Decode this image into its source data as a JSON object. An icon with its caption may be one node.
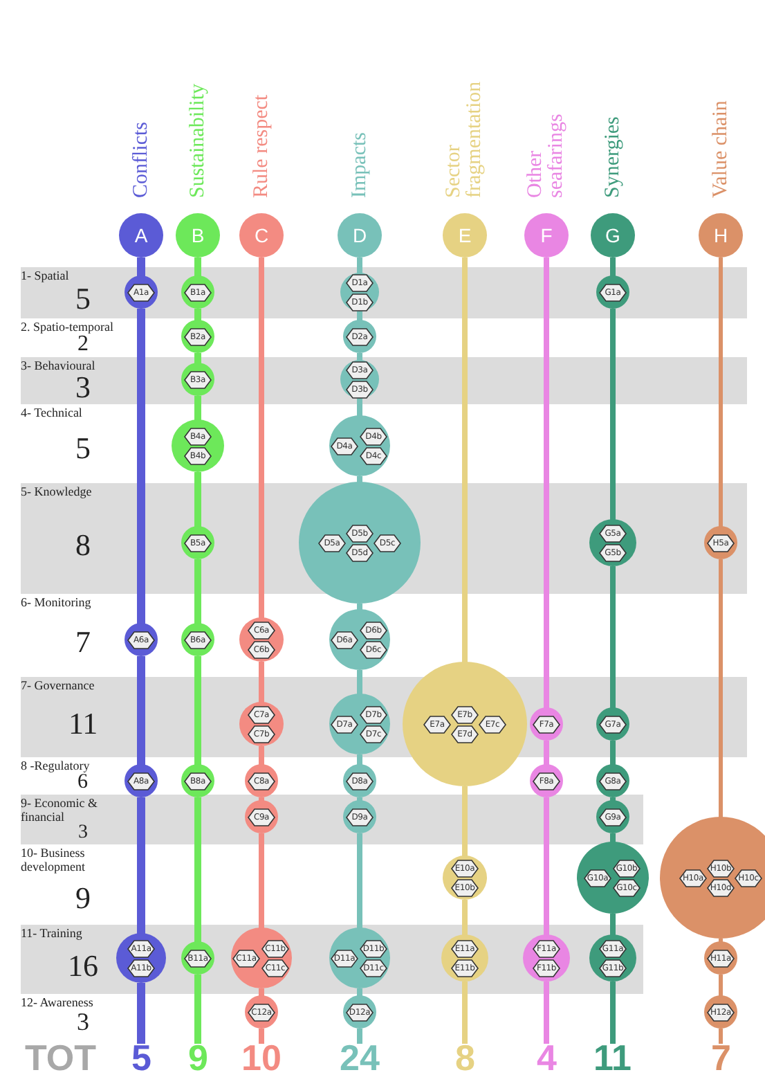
{
  "diagram": {
    "nodes": [
      {
        "text": [
          "A"
        ],
        "beside": [
          "Conflicts"
        ]
      },
      {
        "text": [
          "B"
        ],
        "beside": [
          "Sustainability"
        ]
      },
      {
        "text": [
          "C"
        ],
        "beside": [
          "Rule respect"
        ]
      },
      {
        "text": [
          "D"
        ],
        "beside": [
          "Impacts"
        ]
      },
      {
        "text": [
          "E"
        ],
        "beside": [
          "Sector fragmentation"
        ]
      },
      {
        "text": [
          "F"
        ],
        "beside": [
          "Other seafarings"
        ]
      },
      {
        "text": [
          "G"
        ],
        "beside": [
          "Synergies"
        ]
      },
      {
        "text": [
          "H"
        ],
        "beside": [
          "Value chain"
        ]
      },
      {
        "text": [
          "1- Spatial",
          "5"
        ]
      },
      {
        "text": [
          "2. Spatio-temporal",
          "2"
        ]
      },
      {
        "text": [
          "3- Behavioural",
          "3"
        ]
      },
      {
        "text": [
          "4- Technical",
          "5"
        ]
      },
      {
        "text": [
          "5- Knowledge",
          "8"
        ]
      },
      {
        "text": [
          "6- Monitoring",
          "7"
        ]
      },
      {
        "text": [
          "7- Governance",
          "11"
        ]
      },
      {
        "text": [
          "8 -Regulatory",
          "6"
        ]
      },
      {
        "text": [
          "9- Economic & financial",
          "3"
        ]
      },
      {
        "text": [
          "10- Business development",
          "9"
        ]
      },
      {
        "text": [
          "11- Training",
          "16"
        ]
      },
      {
        "text": [
          "12- Awareness",
          "3"
        ]
      },
      {
        "text": [
          "A1a"
        ]
      },
      {
        "text": [
          "A6a"
        ]
      },
      {
        "text": [
          "A8a"
        ]
      },
      {
        "text": [],
        "shape": "circle"
      },
      {
        "text": [
          "A11a"
        ],
        "in": 23
      },
      {
        "text": [
          "A11b"
        ],
        "in": 23
      },
      {
        "text": [
          "B1a"
        ]
      },
      {
        "text": [
          "B2a"
        ]
      },
      {
        "text": [
          "B3a"
        ]
      },
      {
        "text": [],
        "shape": "circle"
      },
      {
        "text": [
          "B4a"
        ],
        "in": 29
      },
      {
        "text": [
          "B4b"
        ],
        "in": 29
      },
      {
        "text": [
          "B5a"
        ]
      },
      {
        "text": [
          "B6a"
        ]
      },
      {
        "text": [
          "B8a"
        ]
      },
      {
        "text": [
          "B11a"
        ]
      },
      {
        "text": [],
        "shape": "circle"
      },
      {
        "text": [
          "C6a"
        ],
        "in": 36
      },
      {
        "text": [
          "C6b"
        ],
        "in": 36
      },
      {
        "text": [],
        "shape": "circle"
      },
      {
        "text": [
          "C7a"
        ],
        "in": 39
      },
      {
        "text": [
          "C7b"
        ],
        "in": 39
      },
      {
        "text": [
          "C8a"
        ]
      },
      {
        "text": [
          "C9a"
        ]
      },
      {
        "text": [],
        "shape": "circle"
      },
      {
        "text": [
          "C11a"
        ],
        "in": 44
      },
      {
        "text": [
          "C11b"
        ],
        "in": 44
      },
      {
        "text": [
          "C11c"
        ],
        "in": 44
      },
      {
        "text": [
          "C12a"
        ]
      },
      {
        "text": [],
        "shape": "circle"
      },
      {
        "text": [
          "D1a"
        ],
        "in": 49
      },
      {
        "text": [
          "D1b"
        ],
        "in": 49
      },
      {
        "text": [
          "D2a"
        ]
      },
      {
        "text": [],
        "shape": "circle"
      },
      {
        "text": [
          "D3a"
        ],
        "in": 53
      },
      {
        "text": [
          "D3b"
        ],
        "in": 53
      },
      {
        "text": [],
        "shape": "circle"
      },
      {
        "text": [
          "D4a"
        ],
        "in": 56
      },
      {
        "text": [
          "D4b"
        ],
        "in": 56
      },
      {
        "text": [
          "D4c"
        ],
        "in": 56
      },
      {
        "text": [],
        "shape": "circle"
      },
      {
        "text": [
          "D5a"
        ],
        "in": 60
      },
      {
        "text": [
          "D5b"
        ],
        "in": 60
      },
      {
        "text": [
          "D5c"
        ],
        "in": 60
      },
      {
        "text": [
          "D5d"
        ],
        "in": 60
      },
      {
        "text": [],
        "shape": "circle"
      },
      {
        "text": [
          "D6a"
        ],
        "in": 65
      },
      {
        "text": [
          "D6b"
        ],
        "in": 65
      },
      {
        "text": [
          "D6c"
        ],
        "in": 65
      },
      {
        "text": [],
        "shape": "circle"
      },
      {
        "text": [
          "D7a"
        ],
        "in": 69
      },
      {
        "text": [
          "D7b"
        ],
        "in": 69
      },
      {
        "text": [
          "D7c"
        ],
        "in": 69
      },
      {
        "text": [
          "D8a"
        ]
      },
      {
        "text": [
          "D9a"
        ]
      },
      {
        "text": [],
        "shape": "circle"
      },
      {
        "text": [
          "D11a"
        ],
        "in": 75
      },
      {
        "text": [
          "D11b"
        ],
        "in": 75
      },
      {
        "text": [
          "D11c"
        ],
        "in": 75
      },
      {
        "text": [
          "D12a"
        ]
      },
      {
        "text": [],
        "shape": "circle"
      },
      {
        "text": [
          "E7a"
        ],
        "in": 80
      },
      {
        "text": [
          "E7b"
        ],
        "in": 80
      },
      {
        "text": [
          "E7c"
        ],
        "in": 80
      },
      {
        "text": [
          "E7d"
        ],
        "in": 80
      },
      {
        "text": [],
        "shape": "circle"
      },
      {
        "text": [
          "E10a"
        ],
        "in": 85
      },
      {
        "text": [
          "E10b"
        ],
        "in": 85
      },
      {
        "text": [],
        "shape": "circle"
      },
      {
        "text": [
          "E11a"
        ],
        "in": 88
      },
      {
        "text": [
          "E11b"
        ],
        "in": 88
      },
      {
        "text": [
          "F7a"
        ]
      },
      {
        "text": [
          "F8a"
        ]
      },
      {
        "text": [],
        "shape": "circle"
      },
      {
        "text": [
          "F11a"
        ],
        "in": 93
      },
      {
        "text": [
          "F11b"
        ],
        "in": 93
      },
      {
        "text": [
          "G1a"
        ]
      },
      {
        "text": [],
        "shape": "circle"
      },
      {
        "text": [
          "G5a"
        ],
        "in": 97
      },
      {
        "text": [
          "G5b"
        ],
        "in": 97
      },
      {
        "text": [
          "G7a"
        ]
      },
      {
        "text": [
          "G8a"
        ]
      },
      {
        "text": [
          "G9a"
        ]
      },
      {
        "text": [],
        "shape": "circle"
      },
      {
        "text": [
          "G10a"
        ],
        "in": 103
      },
      {
        "text": [
          "G10b"
        ],
        "in": 103
      },
      {
        "text": [
          "G10c"
        ],
        "in": 103
      },
      {
        "text": [],
        "shape": "circle"
      },
      {
        "text": [
          "G11a"
        ],
        "in": 107
      },
      {
        "text": [
          "G11b"
        ],
        "in": 107
      },
      {
        "text": [
          "H5a"
        ]
      },
      {
        "text": [],
        "shape": "circle"
      },
      {
        "text": [
          "H10a"
        ],
        "in": 111
      },
      {
        "text": [
          "H10b"
        ],
        "in": 111
      },
      {
        "text": [
          "H10c"
        ],
        "in": 111
      },
      {
        "text": [
          "H10d"
        ],
        "in": 111
      },
      {
        "text": [
          "H11a"
        ]
      },
      {
        "text": [
          "H12a"
        ]
      },
      {
        "text": [
          "5"
        ]
      },
      {
        "text": [
          "9"
        ]
      },
      {
        "text": [
          "10"
        ]
      },
      {
        "text": [
          "24"
        ]
      },
      {
        "text": [
          "8"
        ]
      },
      {
        "text": [
          "4"
        ]
      },
      {
        "text": [
          "11"
        ]
      },
      {
        "text": [
          "7"
        ]
      }
    ],
    "edges": [
      {
        "from": 0,
        "to": 20,
        "arrow": "none",
        "color": "#5b5bd6"
      },
      {
        "from": 20,
        "to": 21,
        "arrow": "none",
        "color": "#5b5bd6"
      },
      {
        "from": 21,
        "to": 22,
        "arrow": "none",
        "color": "#5b5bd6"
      },
      {
        "from": 22,
        "to": 23,
        "arrow": "none",
        "color": "#5b5bd6"
      },
      {
        "from": 23,
        "to": 118,
        "arrow": "none",
        "color": "#5b5bd6"
      },
      {
        "from": 1,
        "to": 26,
        "arrow": "none",
        "color": "#6de85a"
      },
      {
        "from": 26,
        "to": 27,
        "arrow": "none",
        "color": "#6de85a"
      },
      {
        "from": 27,
        "to": 28,
        "arrow": "none",
        "color": "#6de85a"
      },
      {
        "from": 28,
        "to": 29,
        "arrow": "none",
        "color": "#6de85a"
      },
      {
        "from": 29,
        "to": 32,
        "arrow": "none",
        "color": "#6de85a"
      },
      {
        "from": 32,
        "to": 33,
        "arrow": "none",
        "color": "#6de85a"
      },
      {
        "from": 33,
        "to": 34,
        "arrow": "none",
        "color": "#6de85a"
      },
      {
        "from": 34,
        "to": 35,
        "arrow": "none",
        "color": "#6de85a"
      },
      {
        "from": 35,
        "to": 119,
        "arrow": "none",
        "color": "#6de85a"
      },
      {
        "from": 2,
        "to": 36,
        "arrow": "none",
        "color": "#f38b82"
      },
      {
        "from": 36,
        "to": 39,
        "arrow": "none",
        "color": "#f38b82"
      },
      {
        "from": 39,
        "to": 42,
        "arrow": "none",
        "color": "#f38b82"
      },
      {
        "from": 42,
        "to": 43,
        "arrow": "none",
        "color": "#f38b82"
      },
      {
        "from": 43,
        "to": 44,
        "arrow": "none",
        "color": "#f38b82"
      },
      {
        "from": 44,
        "to": 48,
        "arrow": "none",
        "color": "#f38b82"
      },
      {
        "from": 48,
        "to": 120,
        "arrow": "none",
        "color": "#f38b82"
      },
      {
        "from": 3,
        "to": 49,
        "arrow": "none",
        "color": "#78c1b9"
      },
      {
        "from": 49,
        "to": 52,
        "arrow": "none",
        "color": "#78c1b9"
      },
      {
        "from": 52,
        "to": 53,
        "arrow": "none",
        "color": "#78c1b9"
      },
      {
        "from": 53,
        "to": 56,
        "arrow": "none",
        "color": "#78c1b9"
      },
      {
        "from": 56,
        "to": 60,
        "arrow": "none",
        "color": "#78c1b9"
      },
      {
        "from": 60,
        "to": 65,
        "arrow": "none",
        "color": "#78c1b9"
      },
      {
        "from": 65,
        "to": 69,
        "arrow": "none",
        "color": "#78c1b9"
      },
      {
        "from": 69,
        "to": 73,
        "arrow": "none",
        "color": "#78c1b9"
      },
      {
        "from": 73,
        "to": 74,
        "arrow": "none",
        "color": "#78c1b9"
      },
      {
        "from": 74,
        "to": 75,
        "arrow": "none",
        "color": "#78c1b9"
      },
      {
        "from": 75,
        "to": 79,
        "arrow": "none",
        "color": "#78c1b9"
      },
      {
        "from": 79,
        "to": 121,
        "arrow": "none",
        "color": "#78c1b9"
      },
      {
        "from": 4,
        "to": 80,
        "arrow": "none",
        "color": "#e6d283"
      },
      {
        "from": 80,
        "to": 85,
        "arrow": "none",
        "color": "#e6d283"
      },
      {
        "from": 85,
        "to": 88,
        "arrow": "none",
        "color": "#e6d283"
      },
      {
        "from": 88,
        "to": 122,
        "arrow": "none",
        "color": "#e6d283"
      },
      {
        "from": 5,
        "to": 91,
        "arrow": "none",
        "color": "#e986e3"
      },
      {
        "from": 91,
        "to": 92,
        "arrow": "none",
        "color": "#e986e3"
      },
      {
        "from": 92,
        "to": 93,
        "arrow": "none",
        "color": "#e986e3"
      },
      {
        "from": 93,
        "to": 123,
        "arrow": "none",
        "color": "#e986e3"
      },
      {
        "from": 6,
        "to": 96,
        "arrow": "none",
        "color": "#3e9b7c"
      },
      {
        "from": 96,
        "to": 97,
        "arrow": "none",
        "color": "#3e9b7c"
      },
      {
        "from": 97,
        "to": 100,
        "arrow": "none",
        "color": "#3e9b7c"
      },
      {
        "from": 100,
        "to": 101,
        "arrow": "none",
        "color": "#3e9b7c"
      },
      {
        "from": 101,
        "to": 102,
        "arrow": "none",
        "color": "#3e9b7c"
      },
      {
        "from": 102,
        "to": 103,
        "arrow": "none",
        "color": "#3e9b7c"
      },
      {
        "from": 103,
        "to": 107,
        "arrow": "none",
        "color": "#3e9b7c"
      },
      {
        "from": 107,
        "to": 124,
        "arrow": "none",
        "color": "#3e9b7c"
      },
      {
        "from": 7,
        "to": 110,
        "arrow": "none",
        "color": "#db9168"
      },
      {
        "from": 110,
        "to": 111,
        "arrow": "none",
        "color": "#db9168"
      },
      {
        "from": 111,
        "to": 116,
        "arrow": "none",
        "color": "#db9168"
      },
      {
        "from": 116,
        "to": 117,
        "arrow": "none",
        "color": "#db9168"
      },
      {
        "from": 117,
        "to": 125,
        "arrow": "none",
        "color": "#db9168"
      }
    ],
    "labels": [
      "TOT"
    ]
  }
}
